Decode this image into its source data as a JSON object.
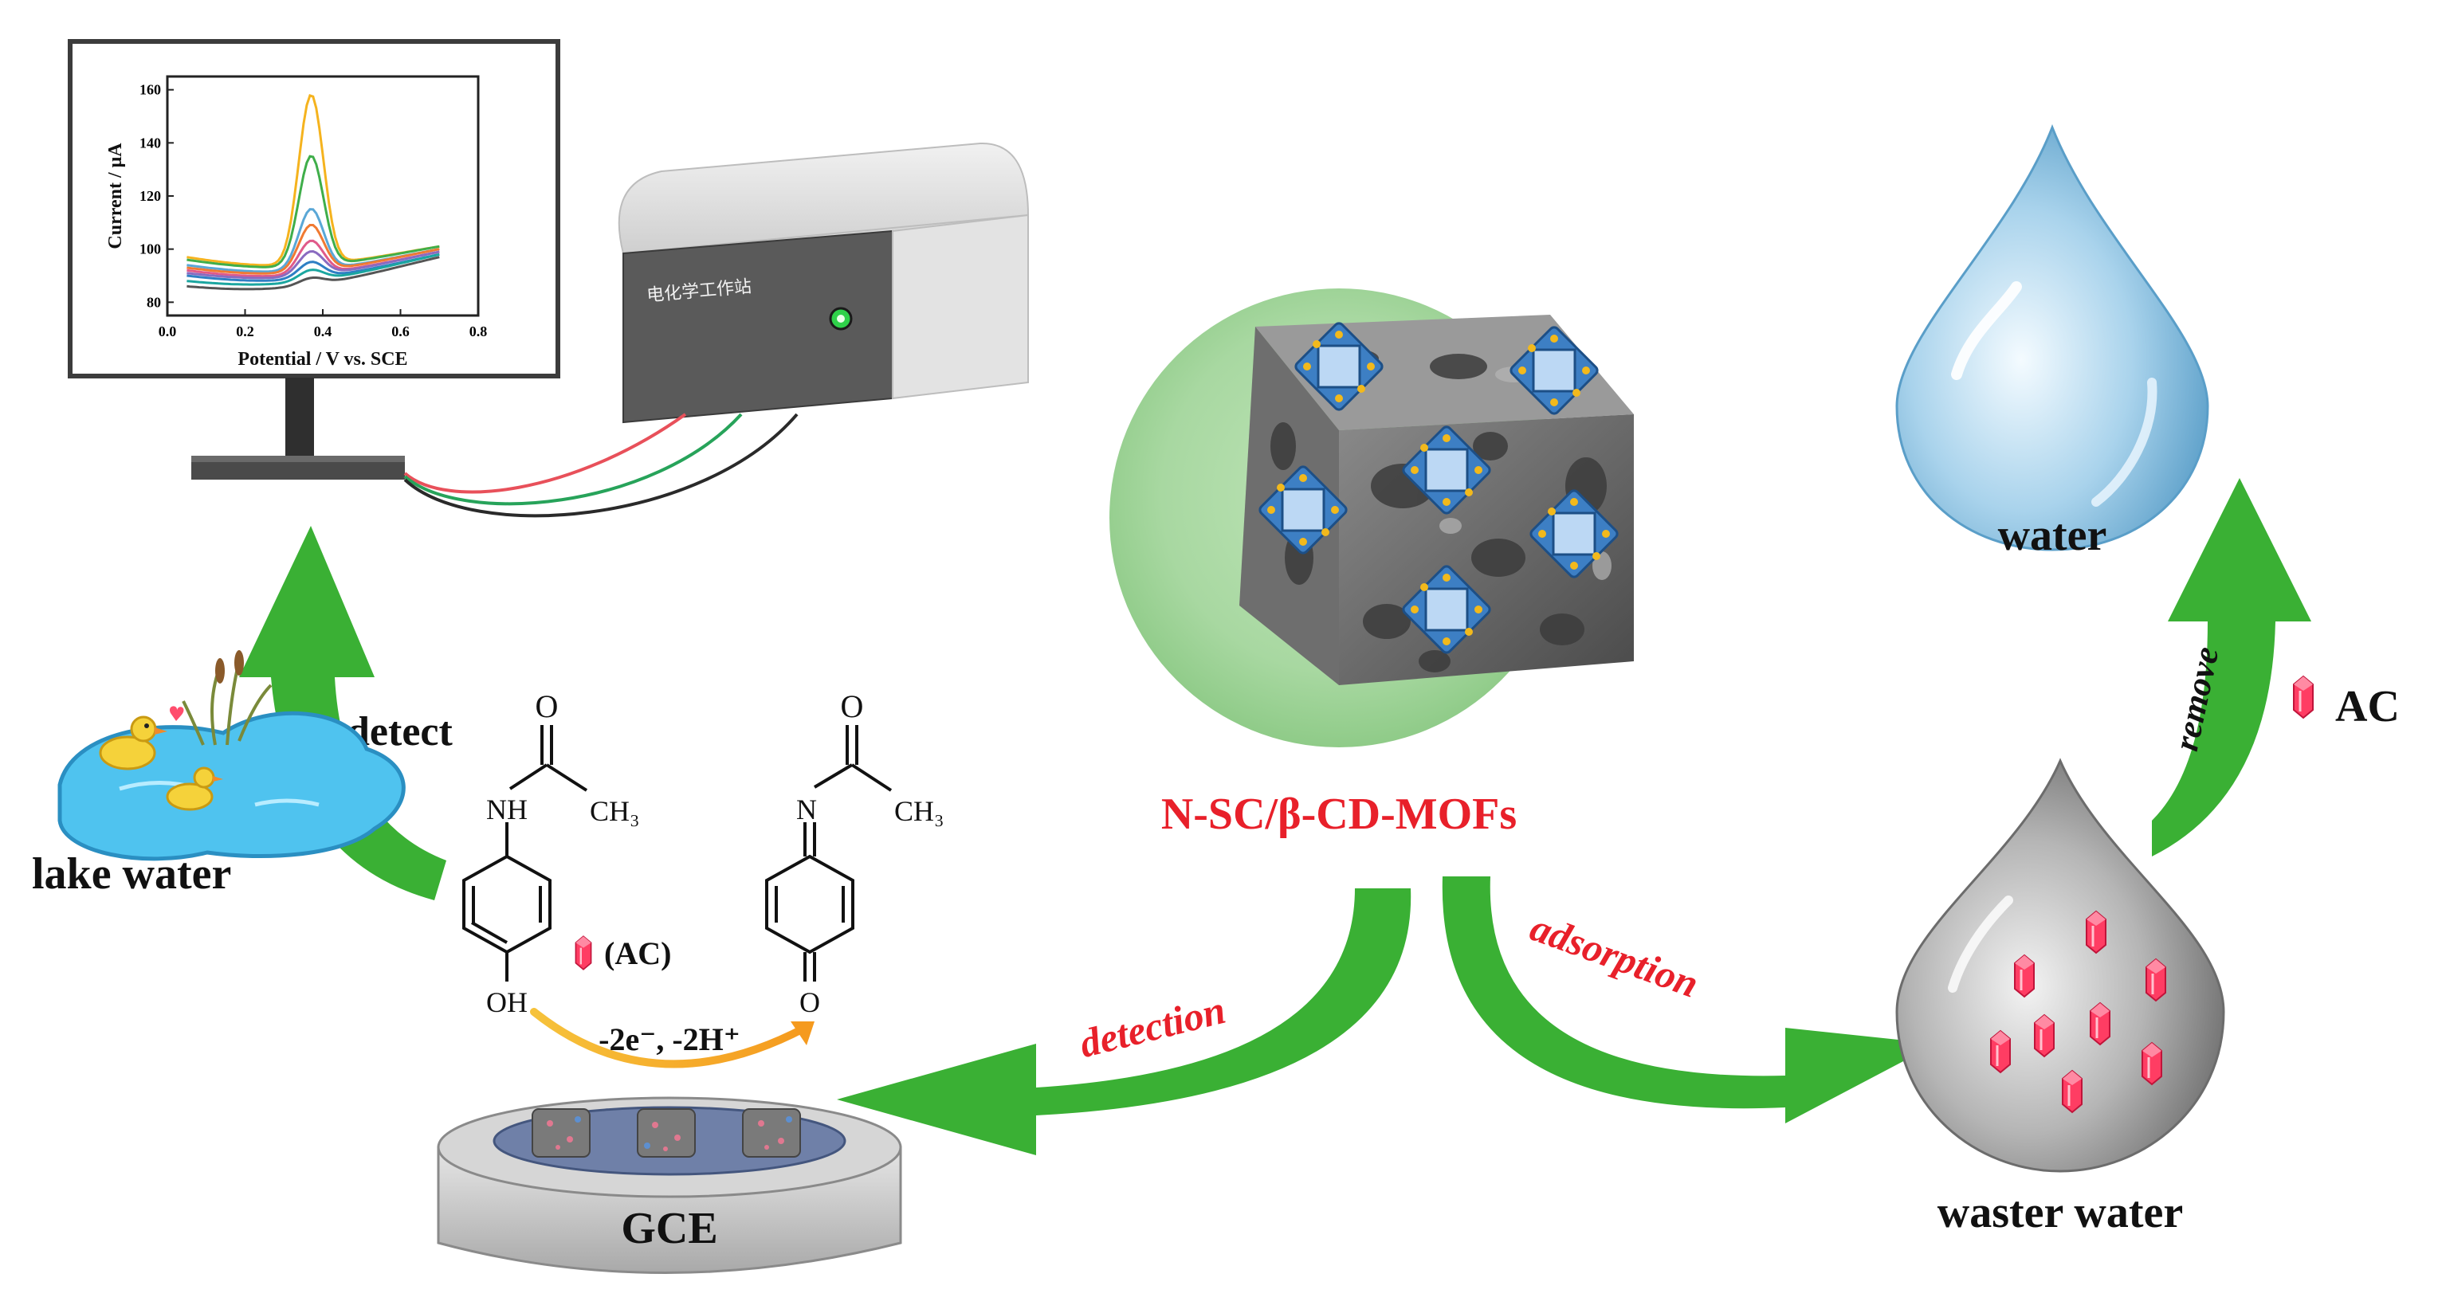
{
  "labels": {
    "material": "N-SC/β-CD-MOFs",
    "detection": "detection",
    "adsorption": "adsorption",
    "remove": "remove",
    "water": "water",
    "waste_water": "waster water",
    "lake_water": "lake water",
    "detect": "detect",
    "gce": "GCE",
    "ac_legend": "AC",
    "ac_reaction": "(AC)",
    "reaction": "-2e⁻, -2H⁺",
    "workstation": "电化学工作站"
  },
  "molecule_left": {
    "o": "O",
    "nh": "NH",
    "ch3": "CH₃",
    "oh": "OH"
  },
  "molecule_right": {
    "o_top": "O",
    "n": "N",
    "ch3": "CH₃",
    "o_bottom": "O"
  },
  "chart_data": {
    "type": "line",
    "xlabel": "Potential / V vs. SCE",
    "ylabel": "Current / μA",
    "xlim": [
      0.0,
      0.8
    ],
    "ylim": [
      75,
      165
    ],
    "xticks": [
      "0.0",
      "0.2",
      "0.4",
      "0.6",
      "0.8"
    ],
    "yticks": [
      "80",
      "100",
      "120",
      "140",
      "160"
    ],
    "peak_x": 0.37,
    "x_start": 0.05,
    "x_end": 0.7,
    "series": [
      {
        "peak": 157,
        "start": 97,
        "end": 101,
        "color": "#f5b31e"
      },
      {
        "peak": 134,
        "start": 96,
        "end": 101,
        "color": "#3fae4a"
      },
      {
        "peak": 114,
        "start": 94,
        "end": 100,
        "color": "#5aa7d6"
      },
      {
        "peak": 108,
        "start": 93,
        "end": 100,
        "color": "#f07a32"
      },
      {
        "peak": 102,
        "start": 92,
        "end": 99,
        "color": "#e05a8a"
      },
      {
        "peak": 98,
        "start": 91,
        "end": 99,
        "color": "#8a6bc0"
      },
      {
        "peak": 94,
        "start": 90,
        "end": 98,
        "color": "#2f7fc4"
      },
      {
        "peak": 91,
        "start": 88,
        "end": 98,
        "color": "#1ba6a0"
      },
      {
        "peak": 88,
        "start": 86,
        "end": 97,
        "color": "#555555"
      }
    ]
  },
  "colors": {
    "arrow_green": "#3ab034",
    "label_red": "#e8202a",
    "crystal_red": "#ff3d63",
    "circle_green": "#a7d7a0"
  }
}
